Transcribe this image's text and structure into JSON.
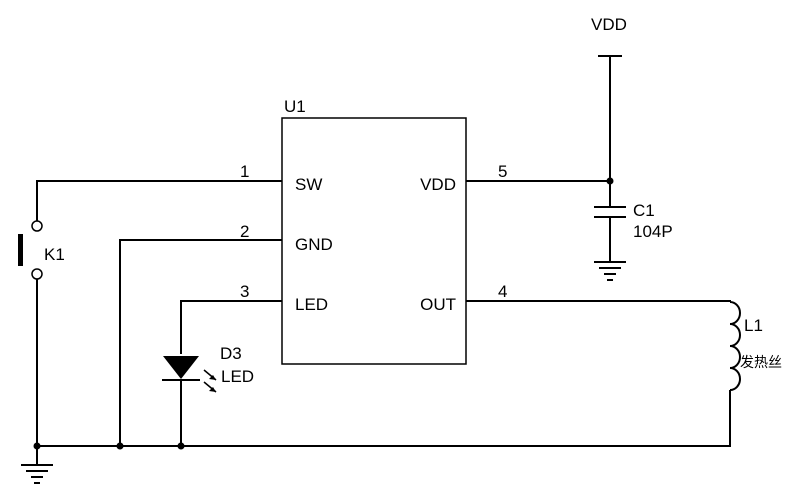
{
  "ic": {
    "ref": "U1",
    "pins": {
      "sw": {
        "number": "1",
        "name": "SW"
      },
      "gnd": {
        "number": "2",
        "name": "GND"
      },
      "led": {
        "number": "3",
        "name": "LED"
      },
      "vdd": {
        "number": "5",
        "name": "VDD"
      },
      "out": {
        "number": "4",
        "name": "OUT"
      }
    }
  },
  "power": {
    "vdd_label": "VDD"
  },
  "capacitor": {
    "ref": "C1",
    "value": "104P"
  },
  "switch": {
    "ref": "K1"
  },
  "led": {
    "ref": "D3",
    "name": "LED"
  },
  "inductor": {
    "ref": "L1",
    "description": "发热丝"
  },
  "colors": {
    "line": "#000000",
    "background": "#ffffff"
  }
}
